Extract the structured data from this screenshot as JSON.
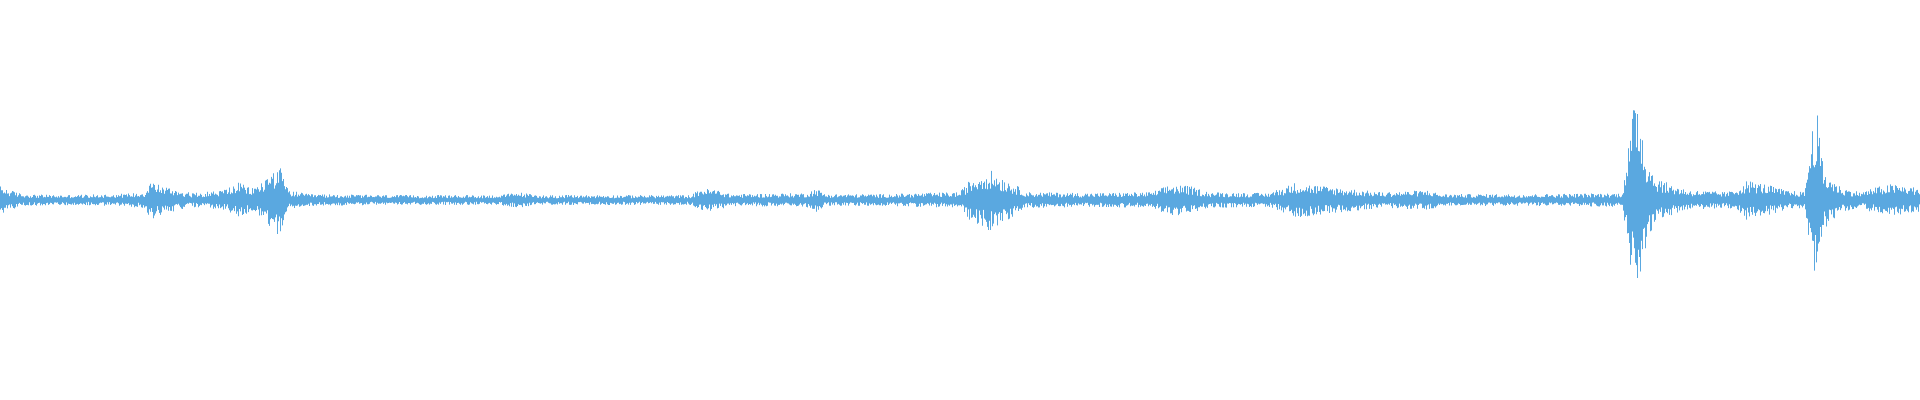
{
  "waveform": {
    "color": "#5aa8e0",
    "background": "#ffffff",
    "envelope_keypoints": [
      [
        0.0,
        0.07
      ],
      [
        0.005,
        0.05
      ],
      [
        0.012,
        0.03
      ],
      [
        0.03,
        0.025
      ],
      [
        0.06,
        0.03
      ],
      [
        0.075,
        0.04
      ],
      [
        0.078,
        0.1
      ],
      [
        0.085,
        0.07
      ],
      [
        0.1,
        0.035
      ],
      [
        0.115,
        0.05
      ],
      [
        0.125,
        0.09
      ],
      [
        0.13,
        0.06
      ],
      [
        0.135,
        0.08
      ],
      [
        0.145,
        0.185
      ],
      [
        0.15,
        0.05
      ],
      [
        0.16,
        0.03
      ],
      [
        0.2,
        0.025
      ],
      [
        0.26,
        0.025
      ],
      [
        0.27,
        0.04
      ],
      [
        0.28,
        0.025
      ],
      [
        0.36,
        0.025
      ],
      [
        0.365,
        0.06
      ],
      [
        0.375,
        0.05
      ],
      [
        0.38,
        0.03
      ],
      [
        0.42,
        0.035
      ],
      [
        0.425,
        0.06
      ],
      [
        0.43,
        0.03
      ],
      [
        0.46,
        0.03
      ],
      [
        0.5,
        0.04
      ],
      [
        0.505,
        0.1
      ],
      [
        0.515,
        0.155
      ],
      [
        0.525,
        0.1
      ],
      [
        0.535,
        0.04
      ],
      [
        0.57,
        0.035
      ],
      [
        0.6,
        0.04
      ],
      [
        0.61,
        0.08
      ],
      [
        0.62,
        0.07
      ],
      [
        0.63,
        0.04
      ],
      [
        0.66,
        0.035
      ],
      [
        0.67,
        0.07
      ],
      [
        0.675,
        0.09
      ],
      [
        0.69,
        0.07
      ],
      [
        0.7,
        0.06
      ],
      [
        0.72,
        0.04
      ],
      [
        0.745,
        0.05
      ],
      [
        0.75,
        0.03
      ],
      [
        0.8,
        0.03
      ],
      [
        0.845,
        0.035
      ],
      [
        0.853,
        0.6
      ],
      [
        0.857,
        0.25
      ],
      [
        0.862,
        0.12
      ],
      [
        0.87,
        0.08
      ],
      [
        0.88,
        0.05
      ],
      [
        0.9,
        0.04
      ],
      [
        0.905,
        0.06
      ],
      [
        0.91,
        0.1
      ],
      [
        0.92,
        0.08
      ],
      [
        0.93,
        0.05
      ],
      [
        0.94,
        0.04
      ],
      [
        0.946,
        0.5
      ],
      [
        0.95,
        0.15
      ],
      [
        0.955,
        0.1
      ],
      [
        0.96,
        0.06
      ],
      [
        0.97,
        0.04
      ],
      [
        0.975,
        0.06
      ],
      [
        0.985,
        0.08
      ],
      [
        0.995,
        0.07
      ],
      [
        1.0,
        0.06
      ]
    ]
  }
}
